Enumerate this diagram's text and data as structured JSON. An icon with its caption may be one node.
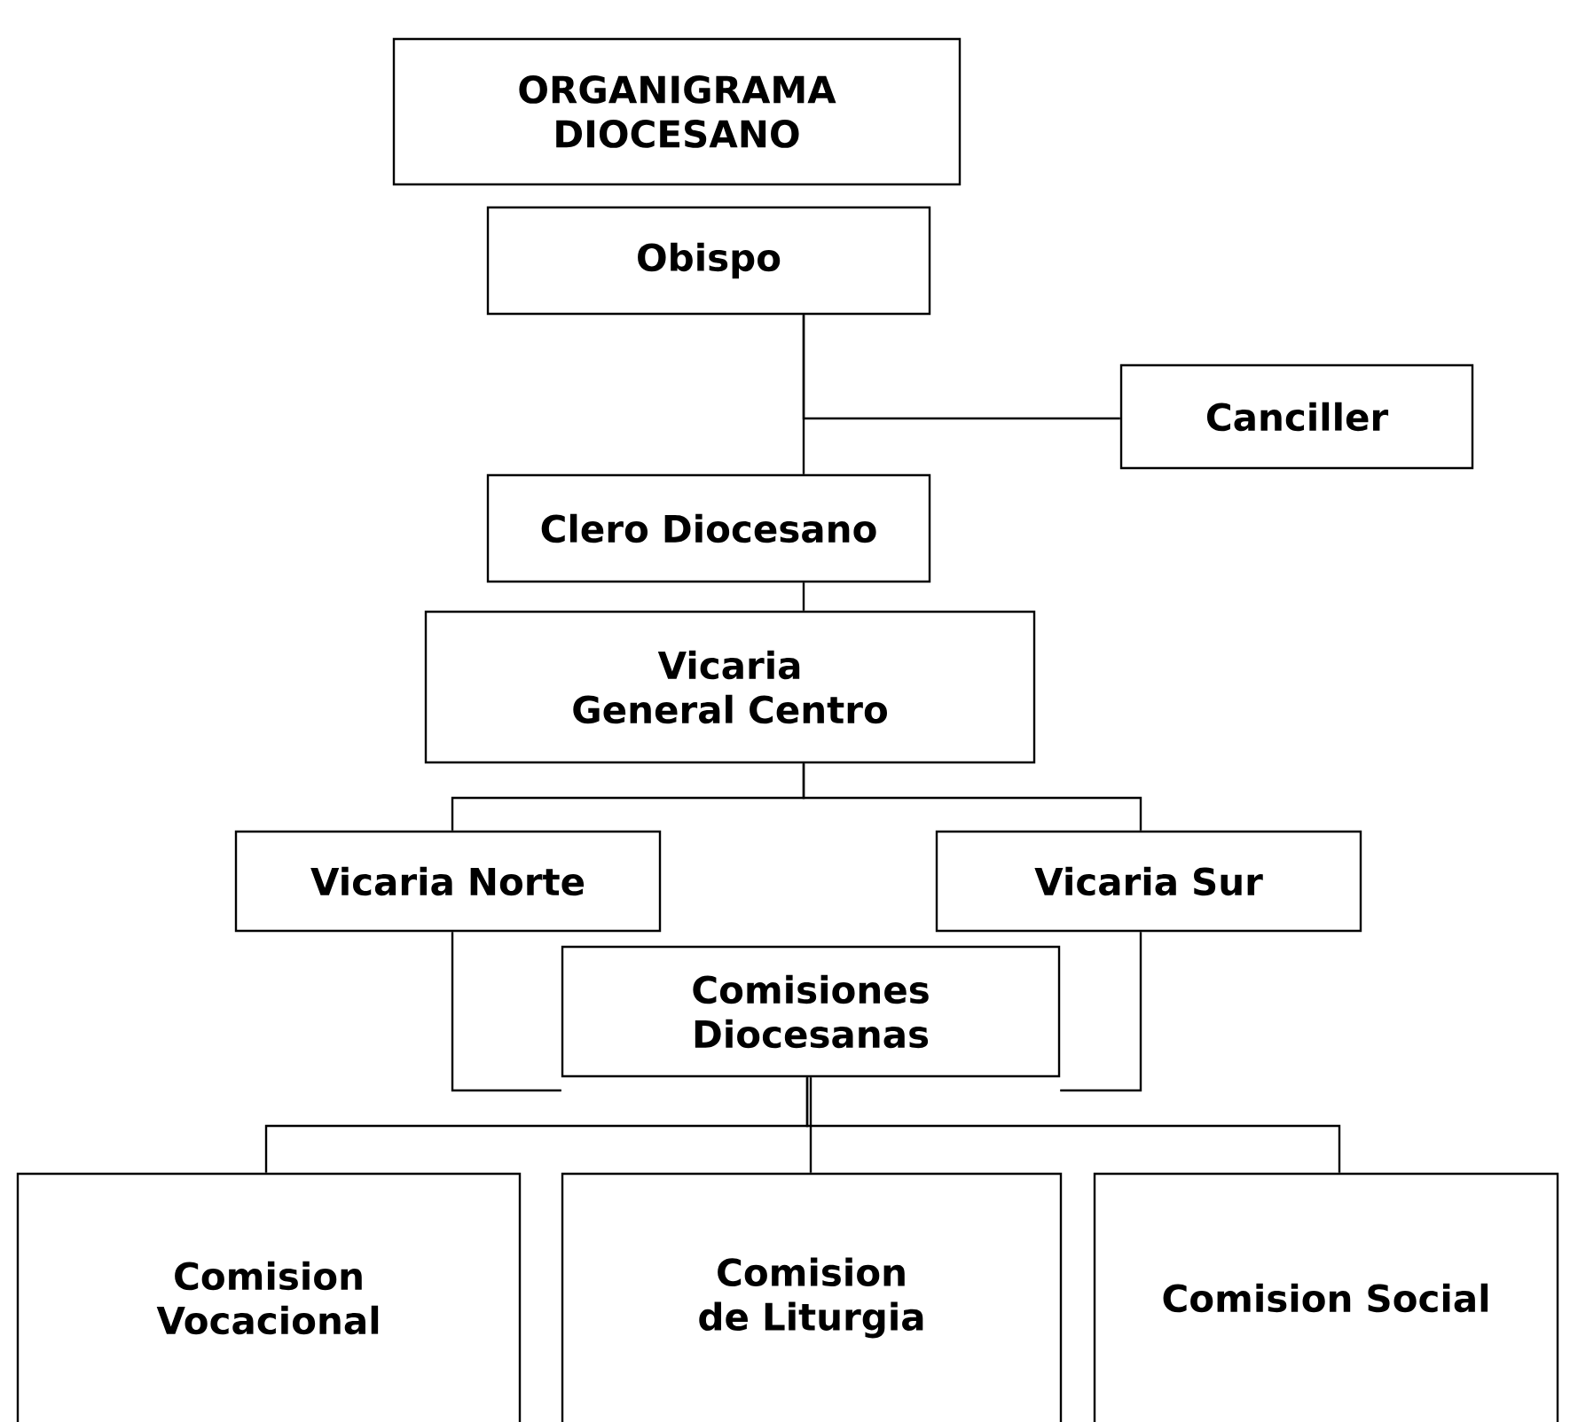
{
  "diagram": {
    "nodes": [
      {
        "text": [
          "ORGANIGRAMA DIOCESANO"
        ]
      },
      {
        "text": [
          "Obispo"
        ]
      },
      {
        "text": [
          "Canciller"
        ]
      },
      {
        "text": [
          "Clero Diocesano"
        ]
      },
      {
        "text": [
          "Vicaria General Centro"
        ]
      },
      {
        "text": [
          "Vicaria Norte"
        ]
      },
      {
        "text": [
          "Vicaria Sur"
        ]
      },
      {
        "text": [
          "Comisiones Diocesanas"
        ]
      },
      {
        "text": [
          "Comision Vocacional"
        ]
      },
      {
        "text": [
          "Comision de Liturgia"
        ]
      },
      {
        "text": [
          "Comision Social"
        ]
      }
    ],
    "edges": [
      {
        "from": 1,
        "to": 3,
        "arrow": "none"
      },
      {
        "from": 2,
        "to": 1,
        "arrow": "none"
      },
      {
        "from": 3,
        "to": 4,
        "arrow": "none"
      },
      {
        "from": 4,
        "to": 5,
        "arrow": "none"
      },
      {
        "from": 4,
        "to": 6,
        "arrow": "none"
      },
      {
        "from": 5,
        "to": 7,
        "arrow": "none"
      },
      {
        "from": 6,
        "to": 7,
        "arrow": "none"
      },
      {
        "from": 7,
        "to": 8,
        "arrow": "none"
      },
      {
        "from": 7,
        "to": 9,
        "arrow": "none"
      },
      {
        "from": 7,
        "to": 10,
        "arrow": "none"
      }
    ]
  }
}
